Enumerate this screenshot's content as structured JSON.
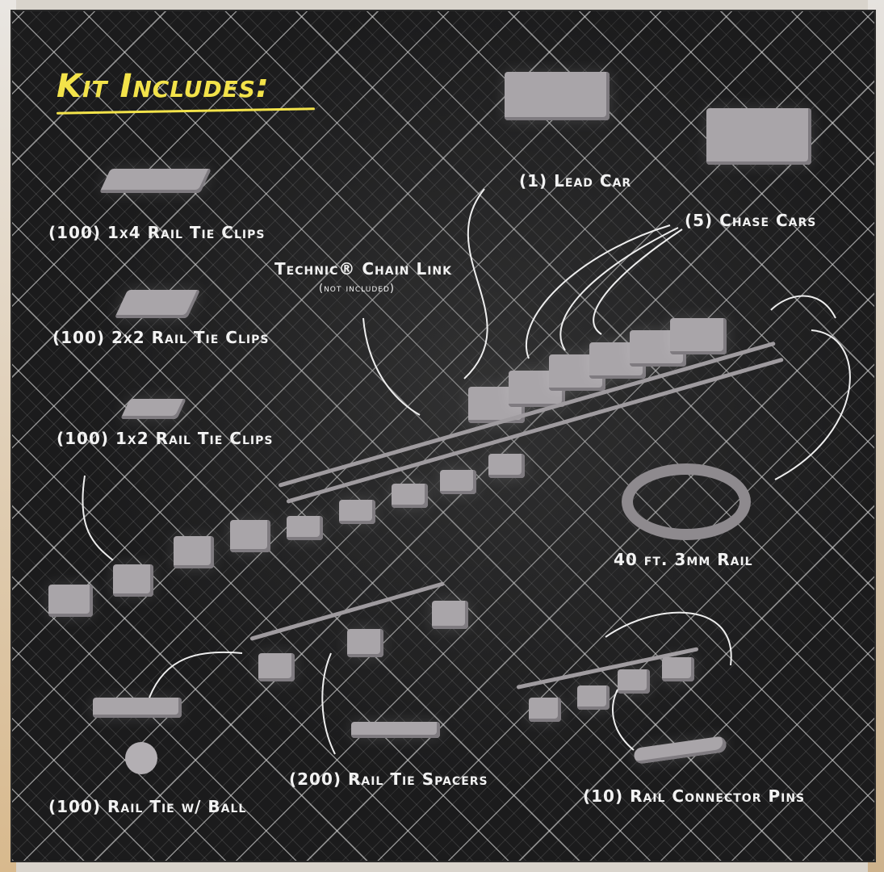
{
  "title": "Kit Includes:",
  "items": {
    "tie_clips_1x4": "(100) 1x4 Rail Tie Clips",
    "tie_clips_2x2": "(100) 2x2 Rail Tie Clips",
    "tie_clips_1x2": "(100) 1x2 Rail Tie Clips",
    "lead_car": "(1) Lead Car",
    "chase_cars": "(5) Chase Cars",
    "chain_link": "Technic® Chain Link",
    "chain_link_note": "(not included)",
    "rail": "40 ft. 3mm Rail",
    "spacers": "(200) Rail Tie Spacers",
    "tie_ball": "(100) Rail Tie w/ Ball",
    "connector_pins": "(10) Rail Connector Pins"
  },
  "colors": {
    "accent": "#f3e34a",
    "background": "#1b1b1c",
    "parts": "#a9a5a9"
  }
}
